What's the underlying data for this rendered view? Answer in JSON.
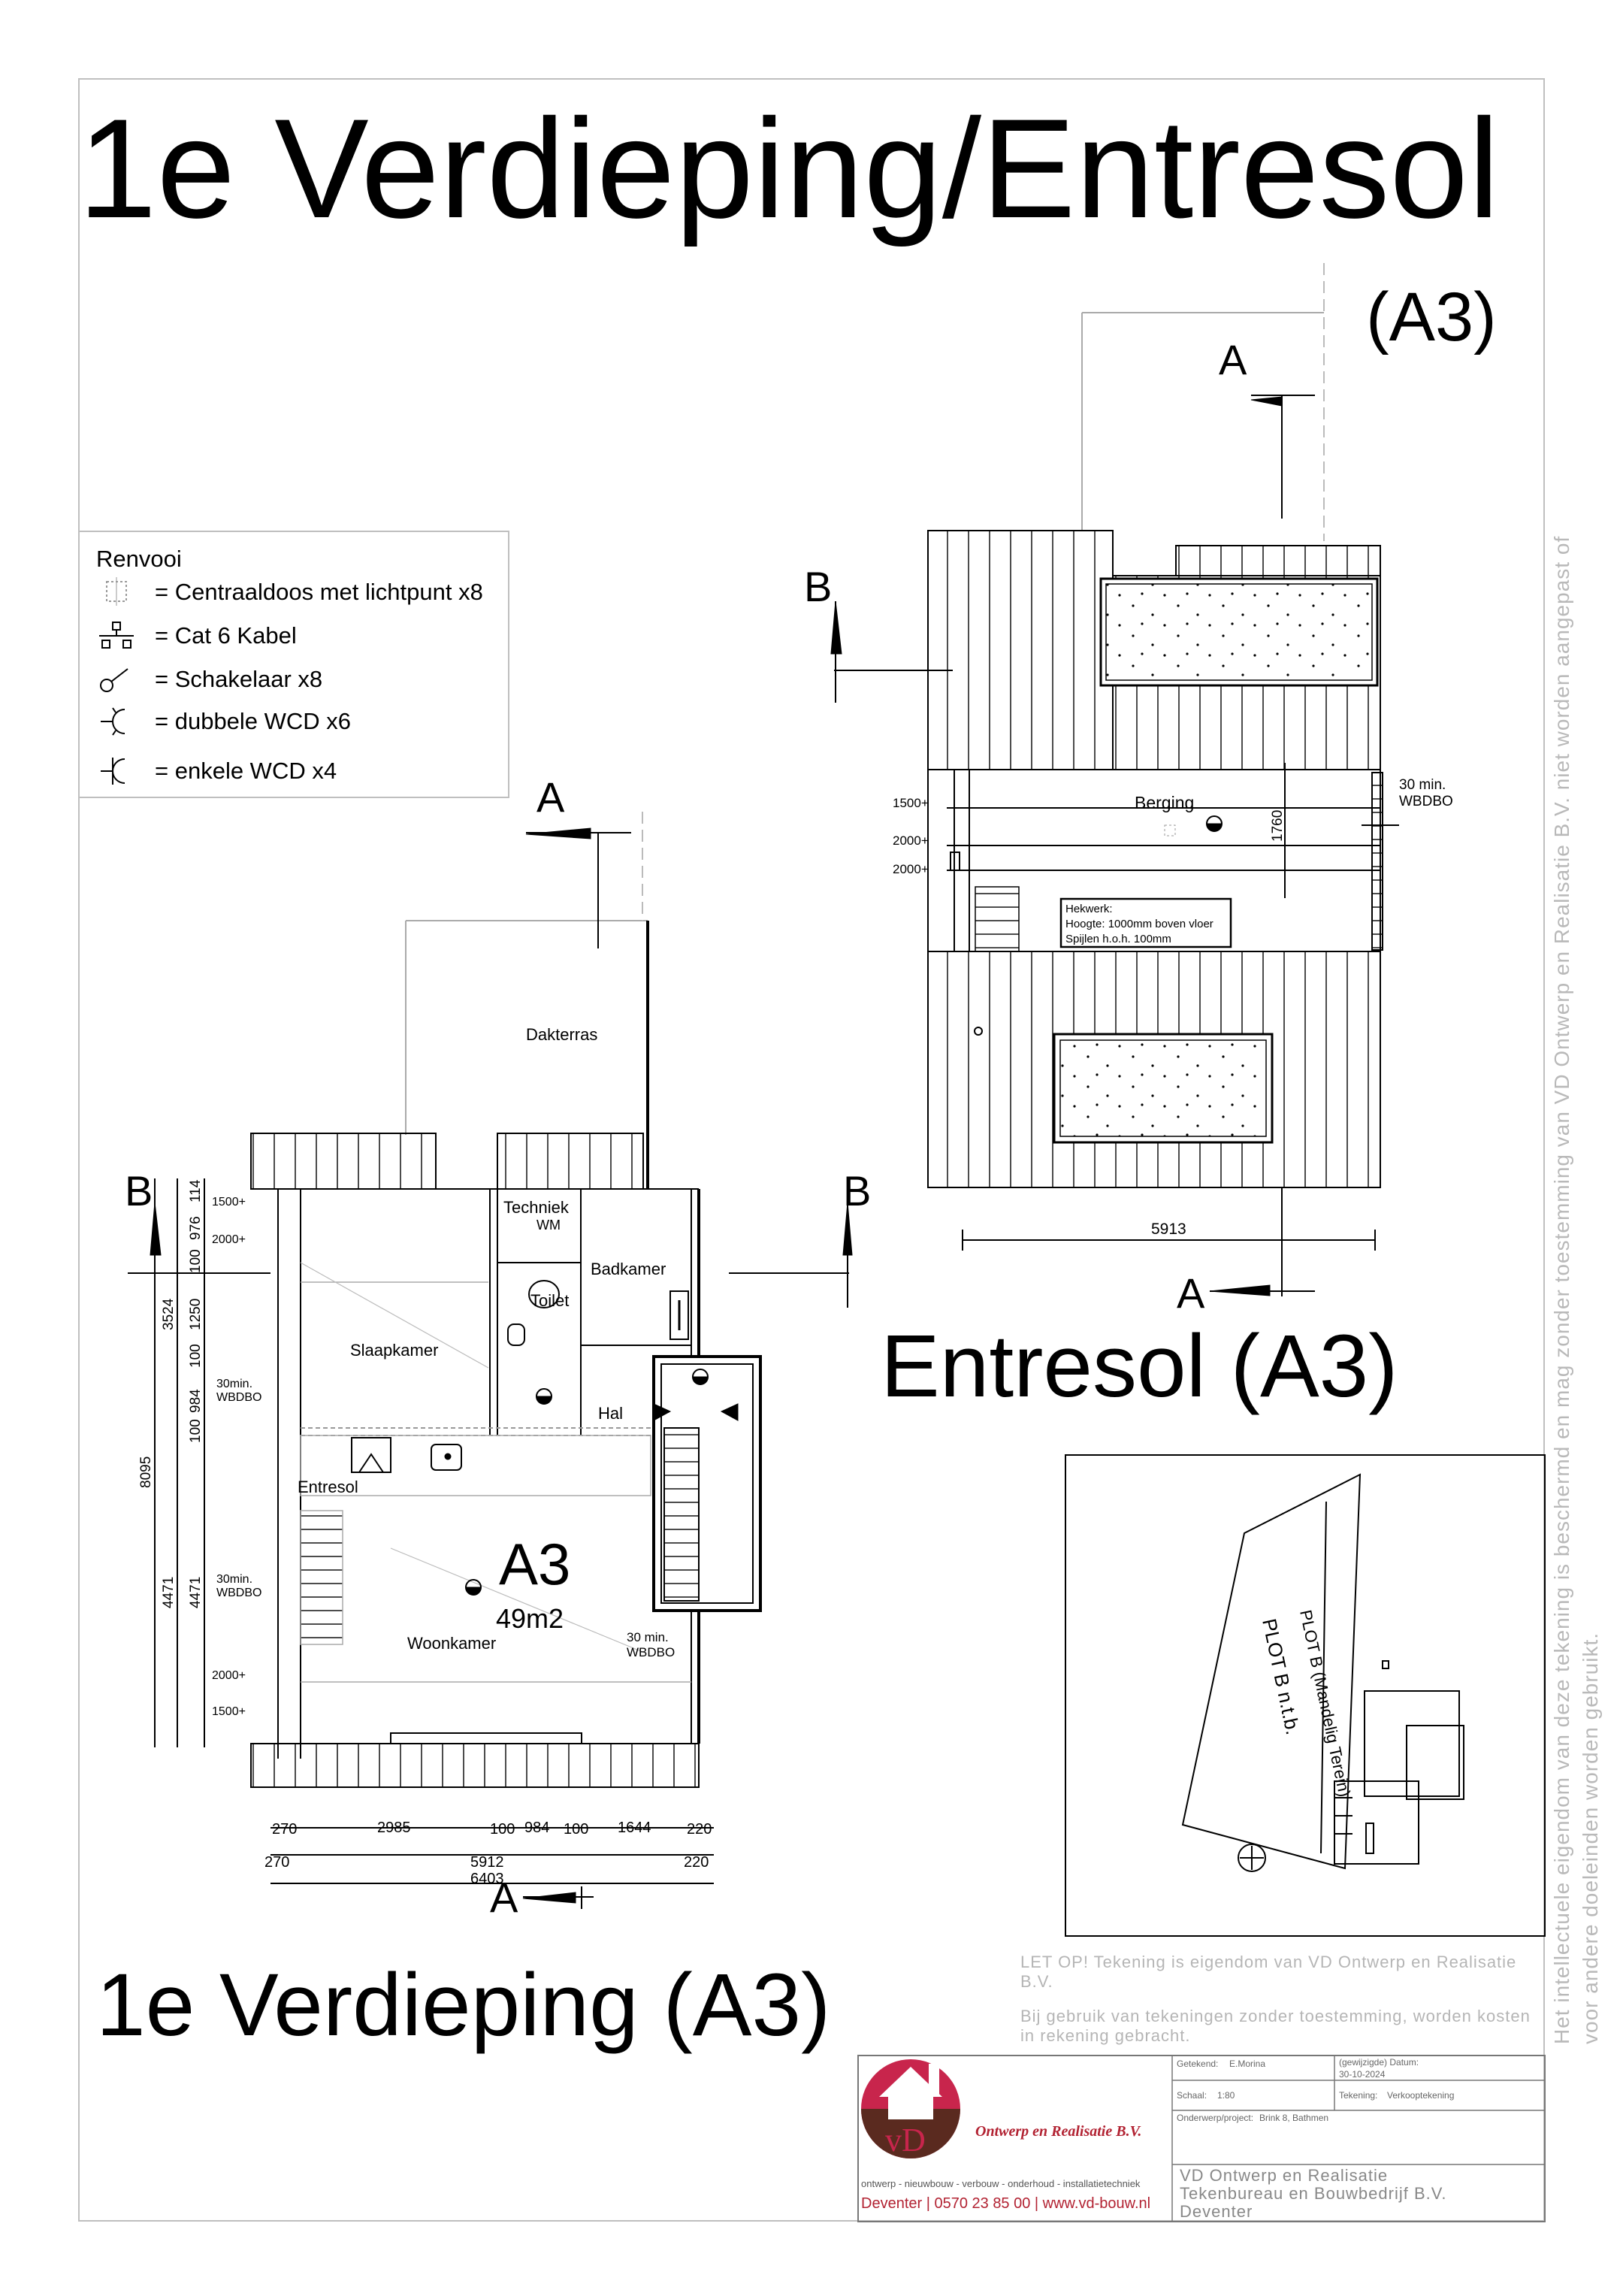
{
  "titles": {
    "main": "1e Verdieping/Entresol",
    "a3_top": "(A3)",
    "entresol": "Entresol (A3)",
    "verdieping": "1e Verdieping (A3)"
  },
  "legend": {
    "title": "Renvooi",
    "items": [
      {
        "icon": "ceiling-box-icon",
        "label": "= Centraaldoos met lichtpunt x8"
      },
      {
        "icon": "network-icon",
        "label": "= Cat 6 Kabel"
      },
      {
        "icon": "switch-icon",
        "label": "= Schakelaar x8"
      },
      {
        "icon": "double-socket-icon",
        "label": "= dubbele WCD x6"
      },
      {
        "icon": "single-socket-icon",
        "label": "= enkele WCD x4"
      }
    ]
  },
  "entresol_plan": {
    "section_a": "A",
    "section_b": "B",
    "room": "Berging",
    "fire1": "30 min.",
    "fire2": "WBDBO",
    "heights": [
      "1500+",
      "2000+",
      "2000+"
    ],
    "dim_vertical": "1760",
    "railing": [
      "Hekwerk:",
      "Hoogte: 1000mm boven vloer",
      "Spijlen h.o.h. 100mm"
    ],
    "dim_width": "5913"
  },
  "floor_plan": {
    "section_a": "A",
    "section_b": "B",
    "rooms": {
      "dakterras": "Dakterras",
      "techniek": "Techniek",
      "wm": "WM",
      "badkamer": "Badkamer",
      "toilet": "Toilet",
      "slaapkamer": "Slaapkamer",
      "hal": "Hal",
      "entresol": "Entresol",
      "woonkamer": "Woonkamer"
    },
    "unit": "A3",
    "area": "49m2",
    "fire_labels": [
      "30min.",
      "WBDBO",
      "30min.",
      "WBDBO",
      "30 min.",
      "WBDBO"
    ],
    "heights_left": [
      "1500+",
      "2000+",
      "2000+",
      "1500+"
    ],
    "dims_left_a": [
      "114",
      "976",
      "100",
      "1250",
      "100",
      "984",
      "100"
    ],
    "dims_left_b": [
      "3524",
      "8095",
      "4471",
      "4471"
    ],
    "dims_bottom_a": [
      "270",
      "2985",
      "100",
      "984",
      "100",
      "1644",
      "220"
    ],
    "dims_bottom_b": [
      "270",
      "5912",
      "6403",
      "220"
    ]
  },
  "site_plan": {
    "plot_label": "PLOT B (Mandelig Terein)",
    "plot_sub": "PLOT B  n.t.b."
  },
  "warning": {
    "line1": "LET OP! Tekening is eigendom van VD Ontwerp en Realisatie B.V.",
    "line2": "Bij gebruik van tekeningen zonder toestemming, worden kosten in rekening gebracht."
  },
  "title_block": {
    "company": "Ontwerp en Realisatie B.V.",
    "logo_text": "vD",
    "services": "ontwerp - nieuwbouw - verbouw - onderhoud - installatietechniek",
    "contact": "Deventer | 0570 23 85 00 | www.vd-bouw.nl",
    "drawn_label": "Getekend:",
    "drawn_value": "E.Morina",
    "date_label": "(gewijzigde) Datum:",
    "date_value": "30-10-2024",
    "scale_label": "Schaal:",
    "scale_value": "1:80",
    "drawing_label": "Tekening:",
    "drawing_value": "Verkooptekening",
    "project_label": "Onderwerp/project:",
    "project_value": "Brink 8, Bathmen",
    "firm1": "VD Ontwerp en Realisatie",
    "firm2": "Tekenbureau en Bouwbedrijf B.V.",
    "firm3": "Deventer"
  },
  "side_note": "Het intellectuele eigendom van deze tekening is beschermd en mag zonder toestemming van VD Ontwerp en Realisatie B.V. niet worden aangepast of voor andere doeleinden worden gebruikt.",
  "colors": {
    "logo_red": "#c8254c",
    "logo_brown": "#5a2a1f",
    "company_red": "#b22232"
  }
}
